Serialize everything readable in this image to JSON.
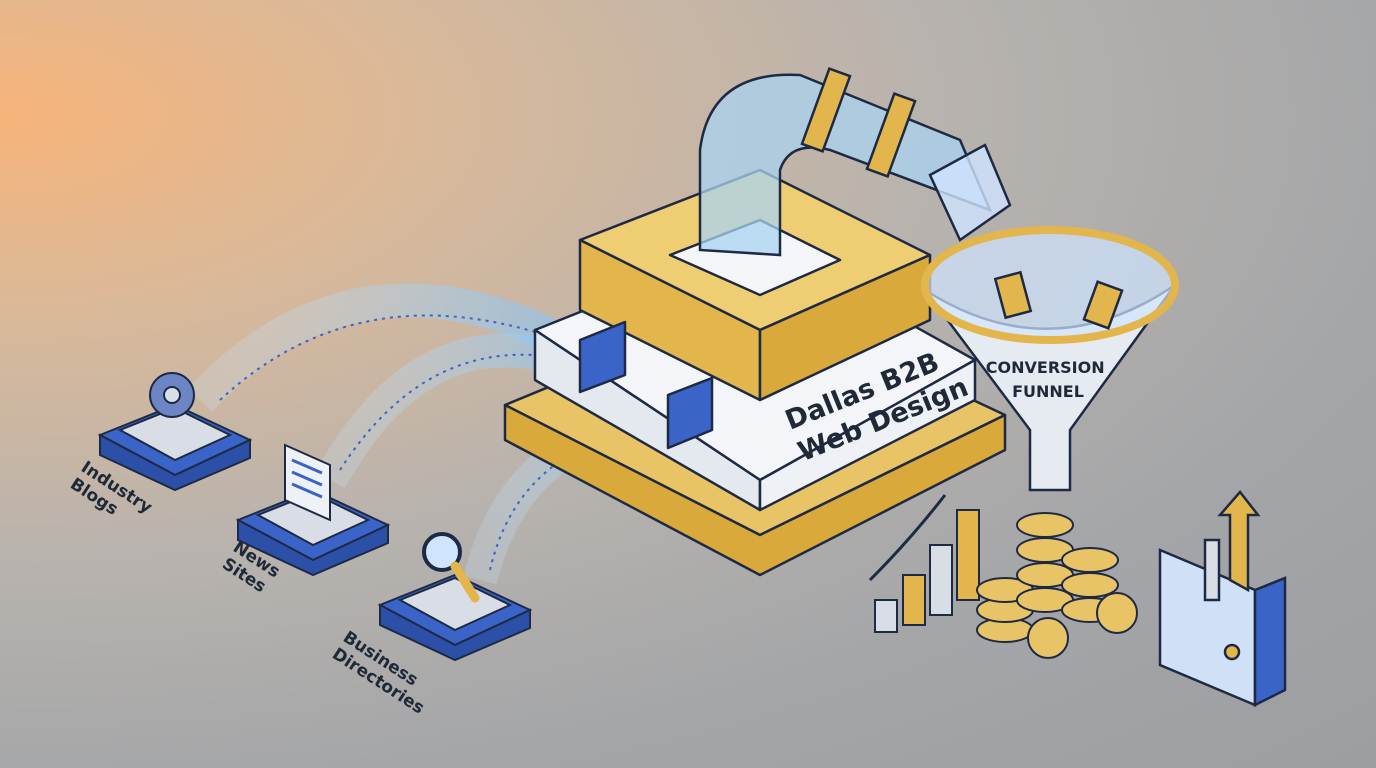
{
  "sources": [
    {
      "label_line1": "Industry",
      "label_line2": "Blogs",
      "icon": "gear-icon"
    },
    {
      "label_line1": "News",
      "label_line2": "Sites",
      "icon": "newspaper-icon"
    },
    {
      "label_line1": "Business",
      "label_line2": "Directories",
      "icon": "magnifier-icon"
    }
  ],
  "hub": {
    "line1": "Dallas B2B",
    "line2": "Web Design"
  },
  "funnel": {
    "line1": "CONVERSION",
    "line2": "FUNNEL"
  },
  "colors": {
    "gold": "#e2b64c",
    "blue": "#3b64c8",
    "glass": "#a9d3f0",
    "outline": "#1e2a44"
  }
}
